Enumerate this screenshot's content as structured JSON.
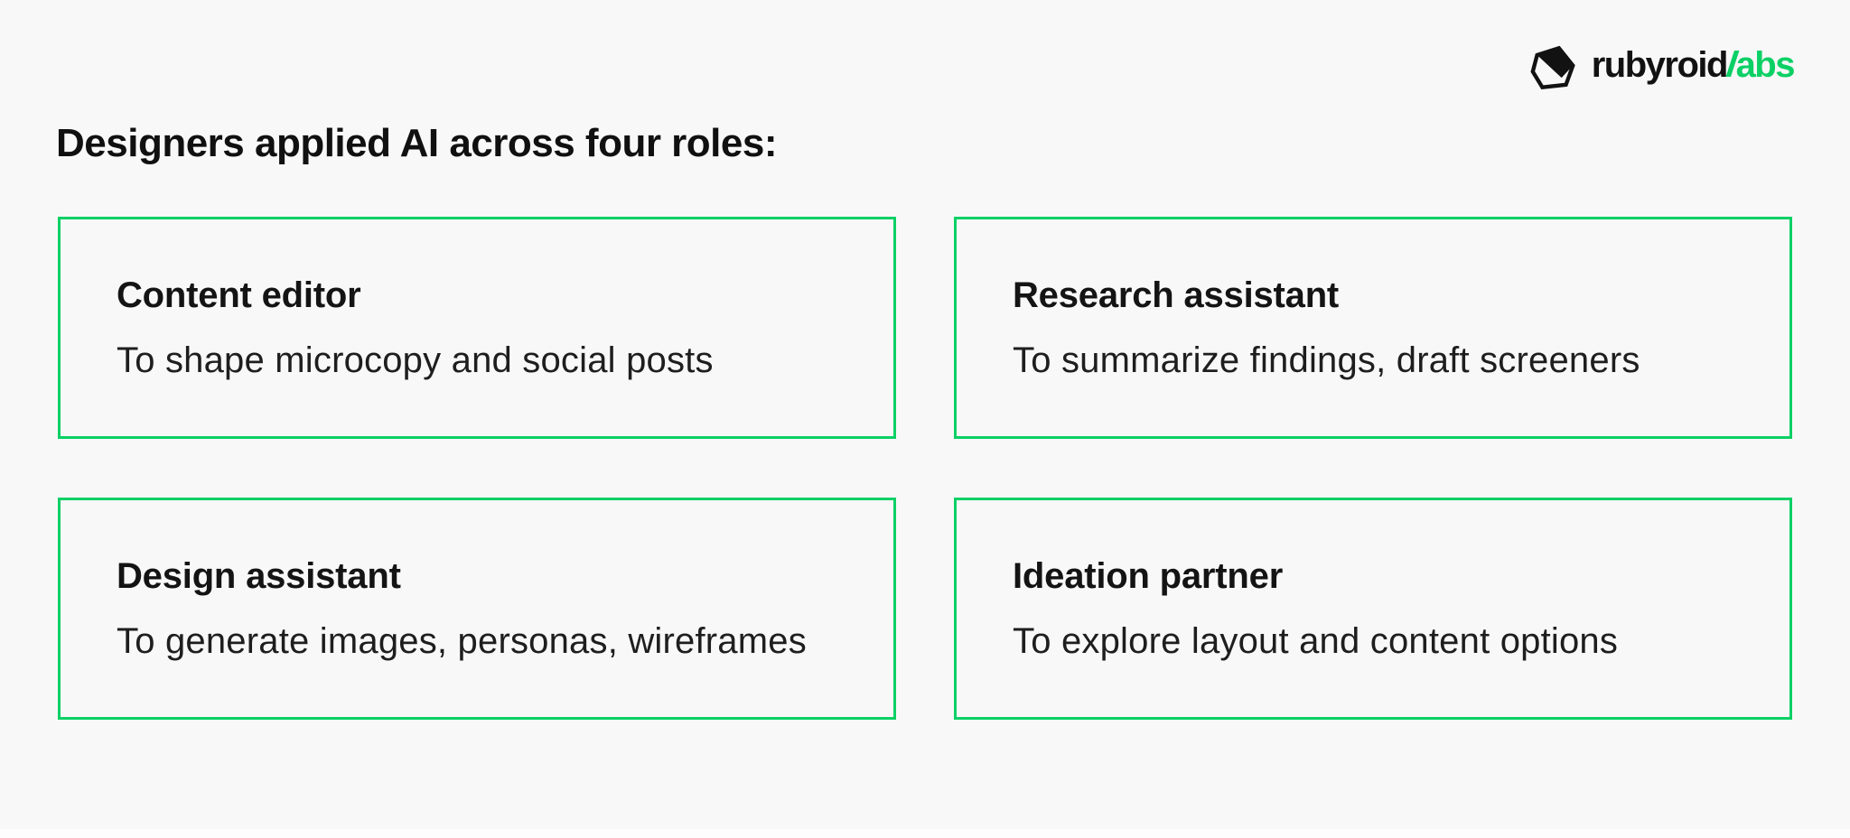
{
  "page": {
    "background_color": "#f8f8f8",
    "accent_green": "#0bd065",
    "heading": "Designers applied AI across four roles:"
  },
  "logo": {
    "icon": "ruby-gem-icon",
    "text_black": "rubyroid",
    "text_green_l": "l",
    "text_green_rest": "abs"
  },
  "cards": [
    {
      "title": "Content editor",
      "description": "To shape microcopy and social posts"
    },
    {
      "title": "Research assistant",
      "description": "To summarize findings, draft screeners"
    },
    {
      "title": "Design assistant",
      "description": "To generate images, personas, wireframes"
    },
    {
      "title": "Ideation partner",
      "description": "To explore layout and content options"
    }
  ]
}
